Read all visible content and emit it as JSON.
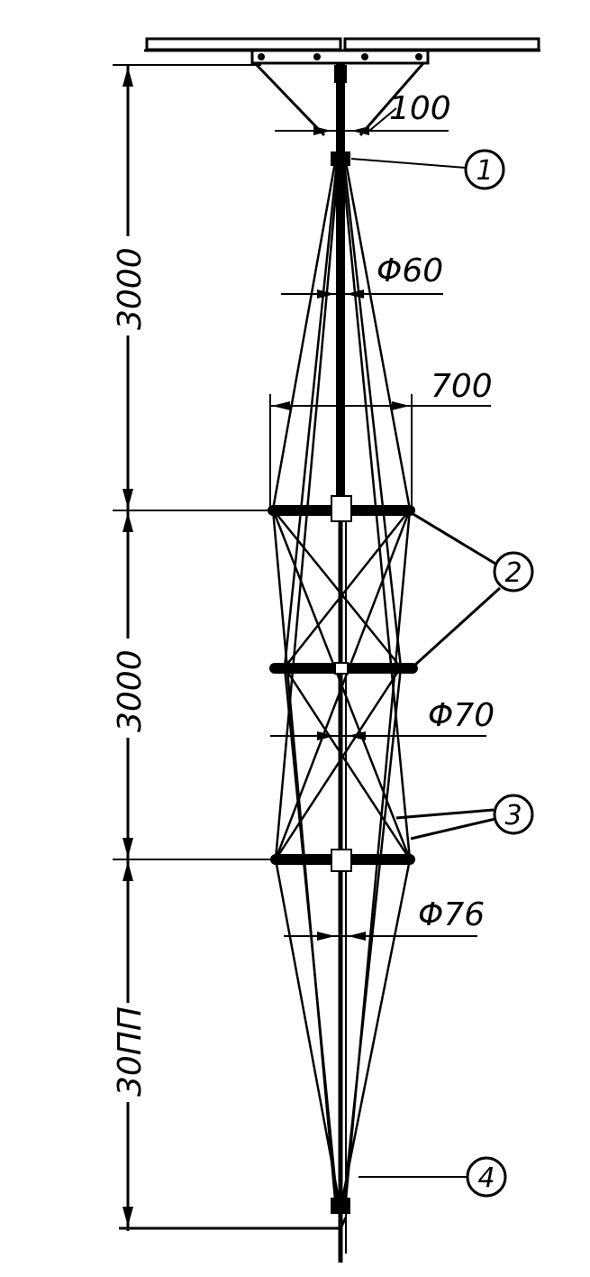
{
  "dimensions": {
    "top_gap": "100",
    "diameter_top": "Φ60",
    "spreader_width": "700",
    "diameter_middle": "Φ70",
    "diameter_bottom": "Φ76",
    "span_upper": "3000",
    "span_middle": "3000",
    "span_lower": "30ПП"
  },
  "callouts": [
    "1",
    "2",
    "3",
    "4"
  ]
}
